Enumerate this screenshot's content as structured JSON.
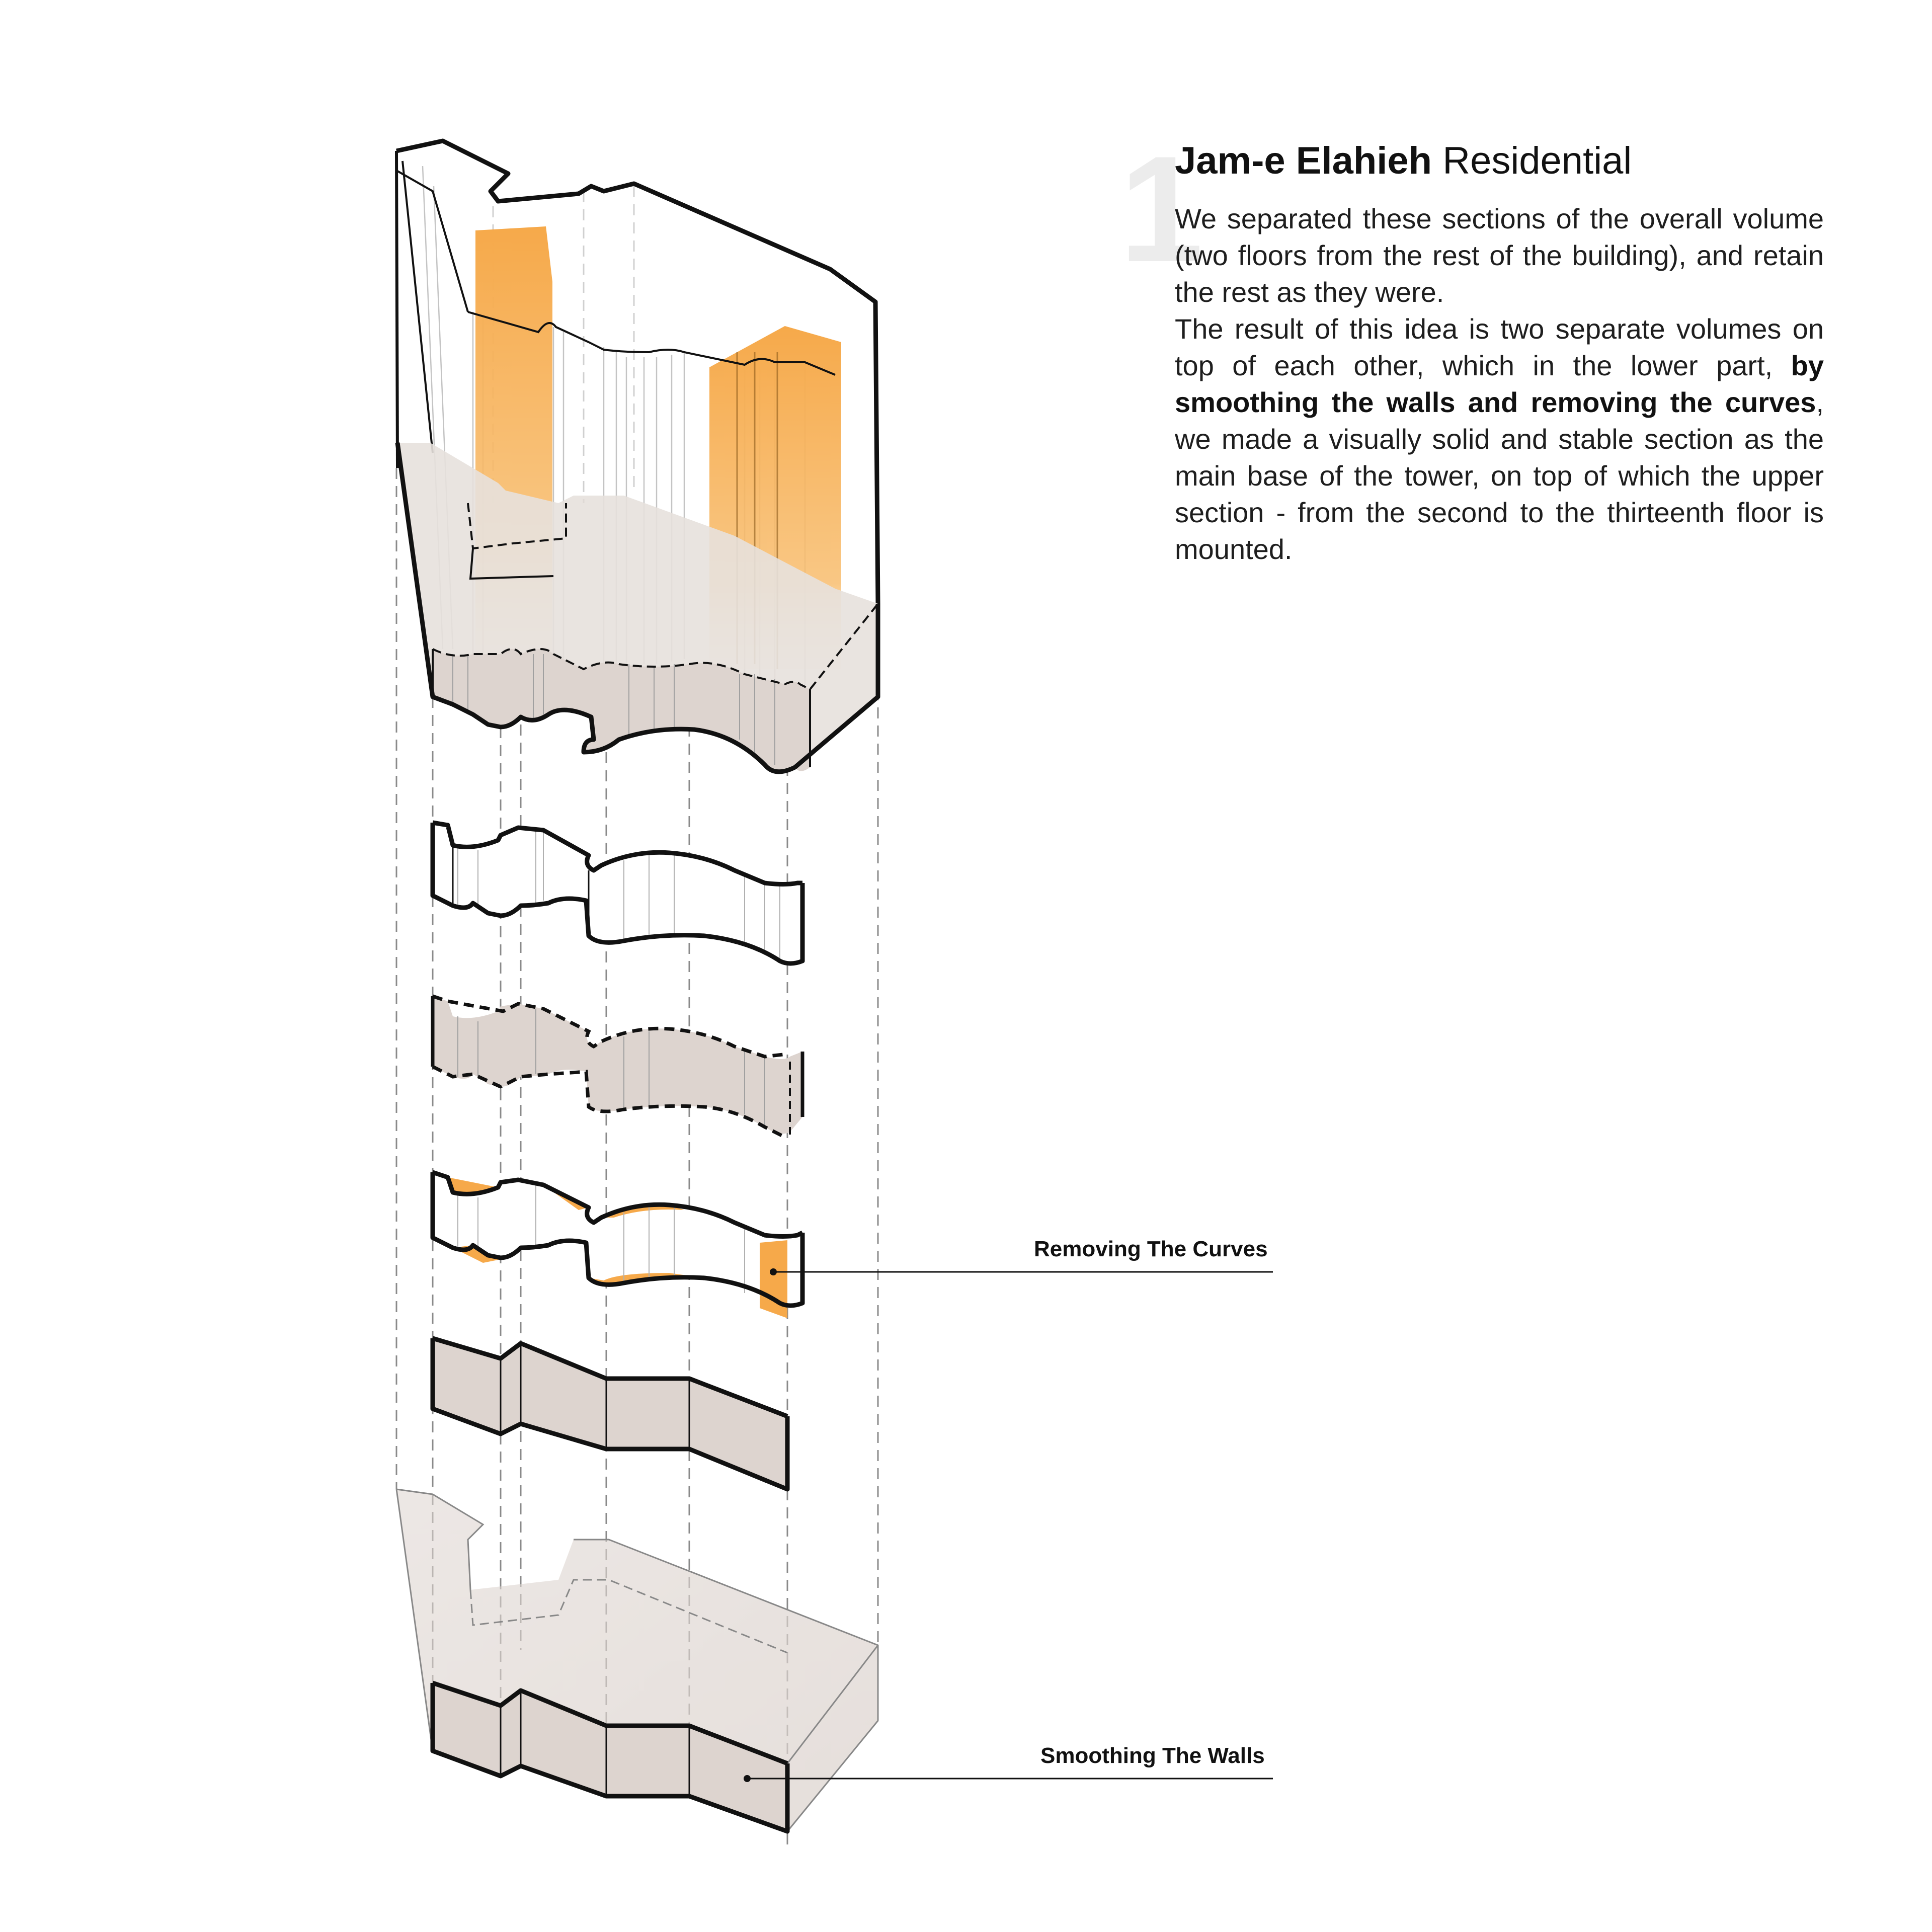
{
  "header": {
    "number": "1",
    "title_bold": "Jam-e Elahieh",
    "title_light": "Residential"
  },
  "description": {
    "para1": "We separated these sections of the overall volume (two floors  from the rest of the building), and retain the rest as they were.",
    "para2_start": "The result of this idea is two separate volumes on top of each other, which in the lower part,",
    "para2_bold": "by smoothing the walls and removing the curves",
    "para2_end": ", we made a visually solid and stable section as the main base of the tower, on top of which the upper section - from the second to the thirteenth floor is mounted."
  },
  "callouts": {
    "removing_curves": "Removing The Curves",
    "smoothing_walls": "Smoothing The Walls"
  },
  "colors": {
    "accent_orange": "#f6a94a",
    "solid_fill": "#ddd4cf",
    "line": "#111111",
    "dashed_line": "#8a8a8a"
  }
}
